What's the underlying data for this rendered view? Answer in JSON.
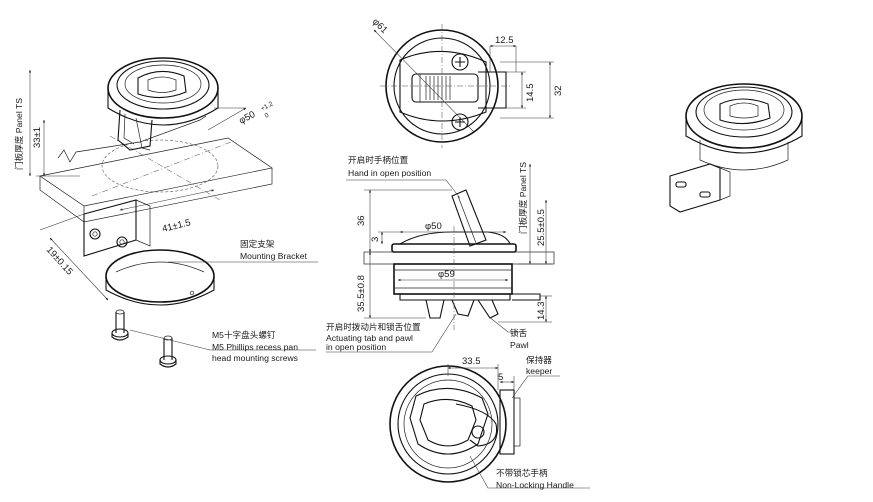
{
  "iso_view": {
    "panel_ts_label": "门板厚度 Panel TS",
    "dim_33": "33±1",
    "dim_50": "φ50",
    "dim_50_tol": "+1.2",
    "dim_50_tol_low": "0",
    "dim_41": "41±1.5",
    "dim_19": "19±0.15",
    "bracket_cn": "固定支架",
    "bracket_en": "Mounting Bracket",
    "screw_cn": "M5十字盘头螺钉",
    "screw_en1": "M5 Phillips recess pan",
    "screw_en2": "head mounting screws"
  },
  "top_view": {
    "dim_61": "φ61",
    "dim_12_5": "12.5",
    "dim_14_5": "14.5",
    "dim_32": "32"
  },
  "side_view": {
    "hand_open_cn": "开启时手柄位置",
    "hand_open_en": "Hand in open position",
    "dim_36": "36",
    "dim_3": "3",
    "dim_50": "φ50",
    "dim_59": "φ59",
    "dim_35_5": "35.5±0.8",
    "panel_ts_label": "门板厚度 Panel TS",
    "dim_25_5": "25.5±0.5",
    "dim_14_3": "14.3",
    "tab_cn": "开启时拨动片和锁舌位置",
    "tab_en1": "Actuating tab and pawl",
    "tab_en2": "in open position",
    "pawl_cn": "锁舌",
    "pawl_en": "Pawl"
  },
  "bottom_view": {
    "dim_33_5": "33.5",
    "dim_5": "5",
    "keeper_cn": "保持器",
    "keeper_en": "keeper",
    "handle_cn": "不带锁芯手柄",
    "handle_en": "Non-Locking Handle"
  }
}
